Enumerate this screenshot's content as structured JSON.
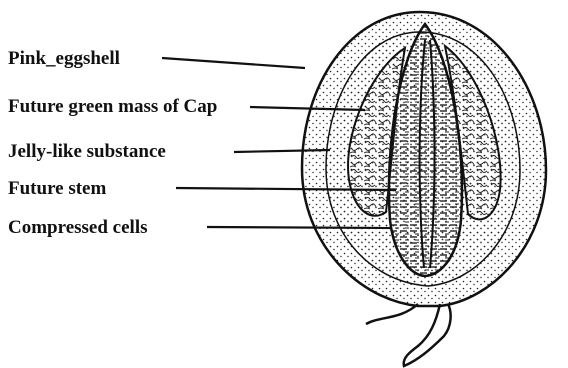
{
  "labels": {
    "pink_eggshell": "Pink_eggshell",
    "future_green_mass": "Future green mass of Cap",
    "jelly_like": "Jelly-like substance",
    "future_stem": "Future stem",
    "compressed_cells": "Compressed cells"
  },
  "colors": {
    "ink": "#111111",
    "paper": "#ffffff"
  }
}
